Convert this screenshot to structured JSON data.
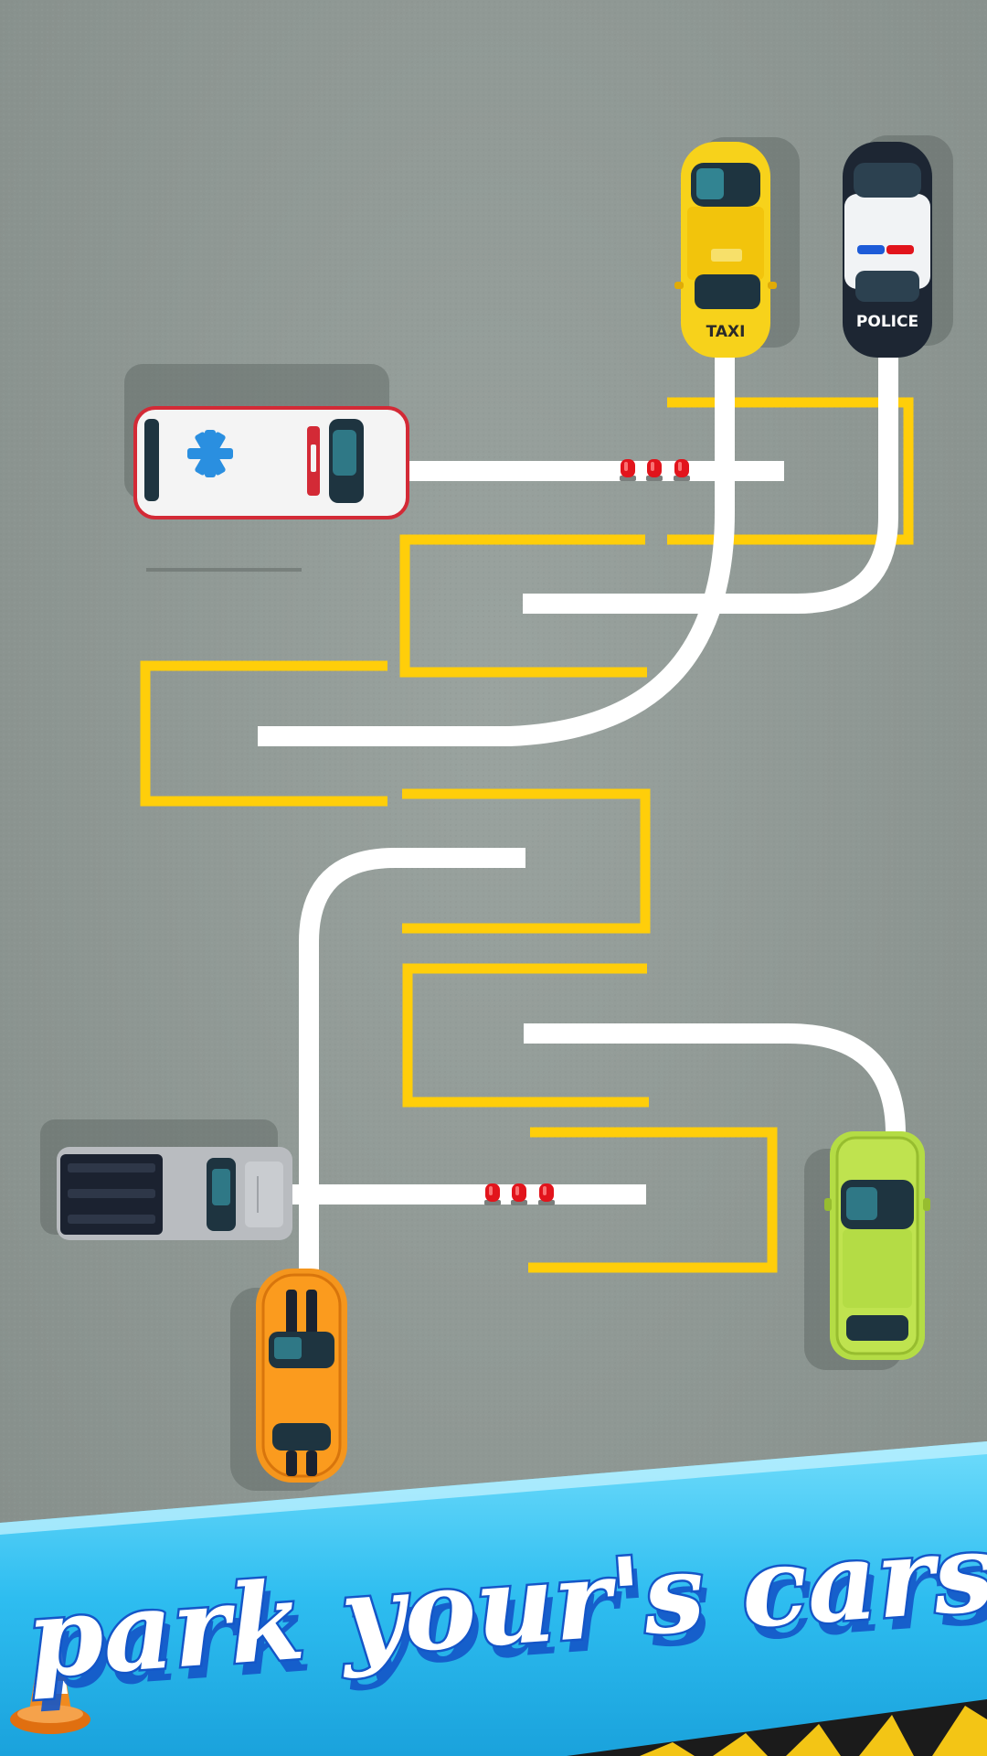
{
  "game": {
    "cars": {
      "taxi": {
        "label": "TAXI",
        "color": "#f7d21b"
      },
      "police": {
        "label": "POLICE",
        "color": "#1d2633"
      },
      "ambulance": {
        "label": "",
        "color": "#f4f4f4"
      },
      "pickup": {
        "label": "",
        "color": "#b9bcc0"
      },
      "sports": {
        "label": "",
        "color": "#f5961d"
      },
      "suv": {
        "label": "",
        "color": "#b4dc45"
      }
    },
    "colors": {
      "background": "#8e9894",
      "path": "#ffffff",
      "parking_lines": "#ffce0a",
      "barrier_light": "#e2141c",
      "banner": "#33c4f2",
      "banner_text": "#ffffff",
      "banner_text_outline": "#1456c8"
    }
  },
  "banner": {
    "text": "park your's cars"
  }
}
